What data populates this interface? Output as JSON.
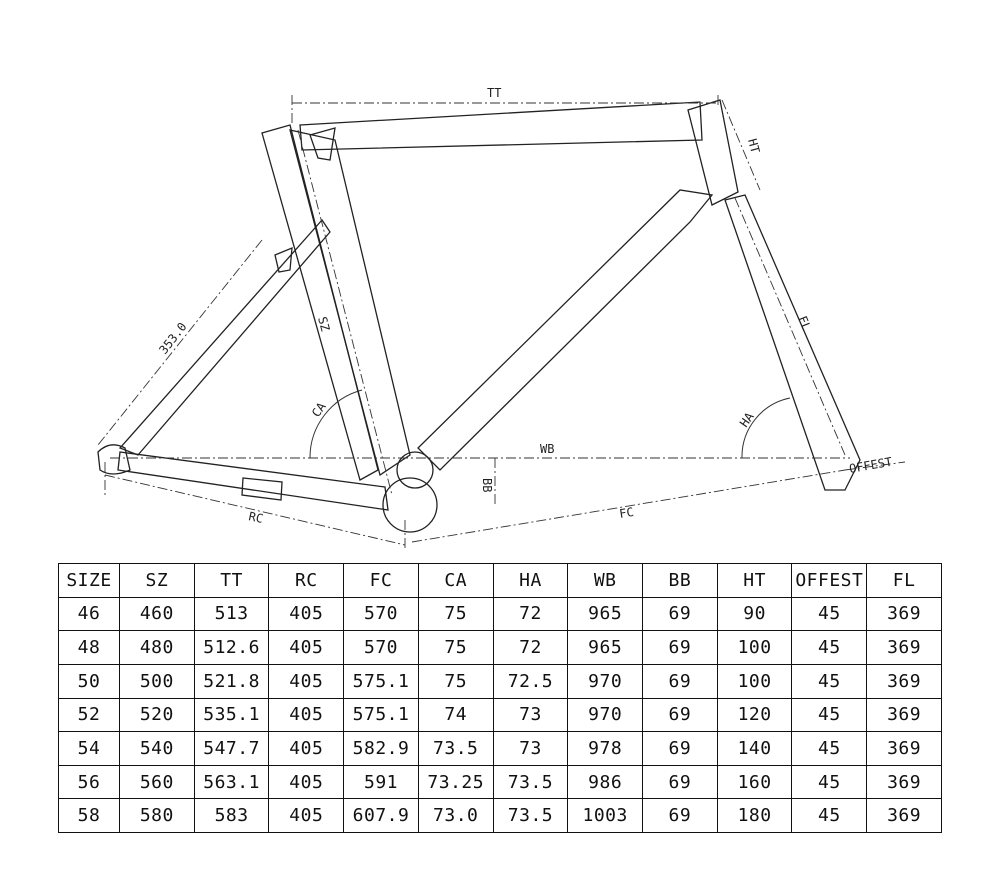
{
  "diagram": {
    "labels": {
      "tt": "TT",
      "ht": "HT",
      "sz": "SZ",
      "fl": "FL",
      "ca": "CA",
      "ha": "HA",
      "wb": "WB",
      "bb": "BB",
      "rc": "RC",
      "fc": "FC",
      "offset": "OFFEST",
      "post": "353.0"
    }
  },
  "table": {
    "headers": [
      "SIZE",
      "SZ",
      "TT",
      "RC",
      "FC",
      "CA",
      "HA",
      "WB",
      "BB",
      "HT",
      "OFFEST",
      "FL"
    ],
    "rows": [
      [
        "46",
        "460",
        "513",
        "405",
        "570",
        "75",
        "72",
        "965",
        "69",
        "90",
        "45",
        "369"
      ],
      [
        "48",
        "480",
        "512.6",
        "405",
        "570",
        "75",
        "72",
        "965",
        "69",
        "100",
        "45",
        "369"
      ],
      [
        "50",
        "500",
        "521.8",
        "405",
        "575.1",
        "75",
        "72.5",
        "970",
        "69",
        "100",
        "45",
        "369"
      ],
      [
        "52",
        "520",
        "535.1",
        "405",
        "575.1",
        "74",
        "73",
        "970",
        "69",
        "120",
        "45",
        "369"
      ],
      [
        "54",
        "540",
        "547.7",
        "405",
        "582.9",
        "73.5",
        "73",
        "978",
        "69",
        "140",
        "45",
        "369"
      ],
      [
        "56",
        "560",
        "563.1",
        "405",
        "591",
        "73.25",
        "73.5",
        "986",
        "69",
        "160",
        "45",
        "369"
      ],
      [
        "58",
        "580",
        "583",
        "405",
        "607.9",
        "73.0",
        "73.5",
        "1003",
        "69",
        "180",
        "45",
        "369"
      ]
    ]
  }
}
